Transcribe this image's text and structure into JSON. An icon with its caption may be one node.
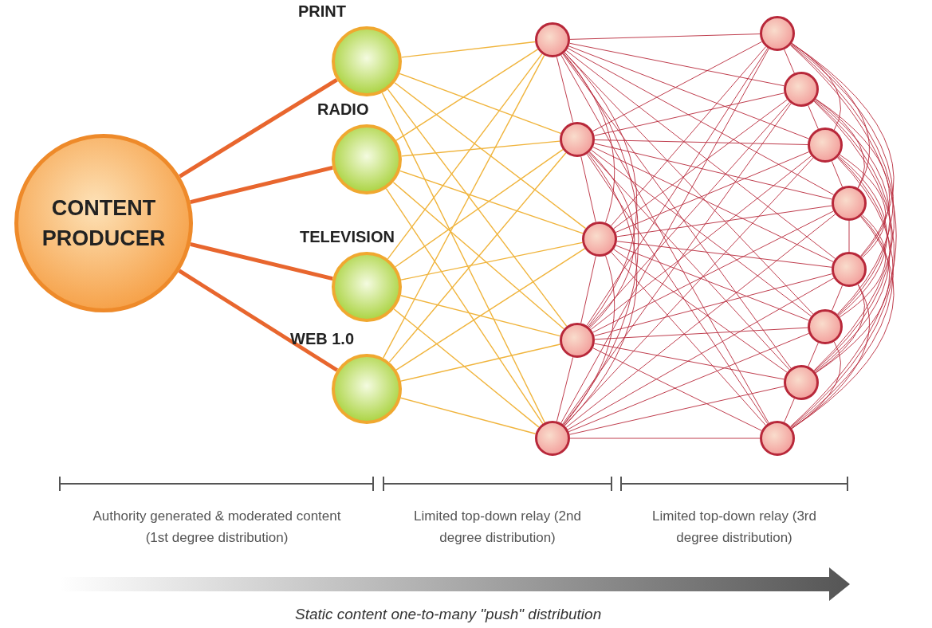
{
  "diagram": {
    "caption": "Static content one-to-many \"push\" distribution",
    "nodes": [
      {
        "text": [
          "CONTENT PRODUCER"
        ]
      },
      {
        "text": [
          "PRINT"
        ]
      },
      {
        "text": [
          "RADIO"
        ]
      },
      {
        "text": [
          "TELEVISION"
        ]
      },
      {
        "text": [
          "WEB 1.0"
        ]
      },
      {
        "text": [],
        "shape": "circle"
      },
      {
        "text": [],
        "shape": "circle"
      },
      {
        "text": [],
        "shape": "circle"
      },
      {
        "text": [],
        "shape": "circle"
      },
      {
        "text": [],
        "shape": "circle"
      },
      {
        "text": [],
        "shape": "circle"
      },
      {
        "text": [],
        "shape": "circle"
      },
      {
        "text": [],
        "shape": "circle"
      },
      {
        "text": [],
        "shape": "circle"
      },
      {
        "text": [],
        "shape": "circle"
      },
      {
        "text": [],
        "shape": "circle"
      },
      {
        "text": [],
        "shape": "circle"
      },
      {
        "text": [],
        "shape": "circle"
      }
    ],
    "edges": [
      {
        "from": 0,
        "to": 1,
        "arrow": "none",
        "style": "thick",
        "color": "#e8662e"
      },
      {
        "from": 0,
        "to": 2,
        "arrow": "none",
        "style": "thick",
        "color": "#e8662e"
      },
      {
        "from": 0,
        "to": 3,
        "arrow": "none",
        "style": "thick",
        "color": "#e8662e"
      },
      {
        "from": 0,
        "to": 4,
        "arrow": "none",
        "style": "thick",
        "color": "#e8662e"
      },
      {
        "from": 1,
        "to": 5,
        "arrow": "none",
        "color": "#f0b43c"
      },
      {
        "from": 1,
        "to": 6,
        "arrow": "none",
        "color": "#f0b43c"
      },
      {
        "from": 1,
        "to": 7,
        "arrow": "none",
        "color": "#f0b43c"
      },
      {
        "from": 1,
        "to": 8,
        "arrow": "none",
        "color": "#f0b43c"
      },
      {
        "from": 1,
        "to": 9,
        "arrow": "none",
        "color": "#f0b43c"
      },
      {
        "from": 2,
        "to": 5,
        "arrow": "none",
        "color": "#f0b43c"
      },
      {
        "from": 2,
        "to": 6,
        "arrow": "none",
        "color": "#f0b43c"
      },
      {
        "from": 2,
        "to": 7,
        "arrow": "none",
        "color": "#f0b43c"
      },
      {
        "from": 2,
        "to": 8,
        "arrow": "none",
        "color": "#f0b43c"
      },
      {
        "from": 2,
        "to": 9,
        "arrow": "none",
        "color": "#f0b43c"
      },
      {
        "from": 3,
        "to": 5,
        "arrow": "none",
        "color": "#f0b43c"
      },
      {
        "from": 3,
        "to": 6,
        "arrow": "none",
        "color": "#f0b43c"
      },
      {
        "from": 3,
        "to": 7,
        "arrow": "none",
        "color": "#f0b43c"
      },
      {
        "from": 3,
        "to": 8,
        "arrow": "none",
        "color": "#f0b43c"
      },
      {
        "from": 3,
        "to": 9,
        "arrow": "none",
        "color": "#f0b43c"
      },
      {
        "from": 4,
        "to": 5,
        "arrow": "none",
        "color": "#f0b43c"
      },
      {
        "from": 4,
        "to": 6,
        "arrow": "none",
        "color": "#f0b43c"
      },
      {
        "from": 4,
        "to": 7,
        "arrow": "none",
        "color": "#f0b43c"
      },
      {
        "from": 4,
        "to": 8,
        "arrow": "none",
        "color": "#f0b43c"
      },
      {
        "from": 4,
        "to": 9,
        "arrow": "none",
        "color": "#f0b43c"
      },
      {
        "from": 5,
        "to": 6,
        "arrow": "none"
      },
      {
        "from": 5,
        "to": 7,
        "arrow": "none"
      },
      {
        "from": 5,
        "to": 8,
        "arrow": "none"
      },
      {
        "from": 5,
        "to": 9,
        "arrow": "none"
      },
      {
        "from": 6,
        "to": 7,
        "arrow": "none"
      },
      {
        "from": 6,
        "to": 8,
        "arrow": "none"
      },
      {
        "from": 6,
        "to": 9,
        "arrow": "none"
      },
      {
        "from": 7,
        "to": 8,
        "arrow": "none"
      },
      {
        "from": 7,
        "to": 9,
        "arrow": "none"
      },
      {
        "from": 8,
        "to": 9,
        "arrow": "none"
      },
      {
        "from": 5,
        "to": 10,
        "arrow": "none"
      },
      {
        "from": 5,
        "to": 11,
        "arrow": "none"
      },
      {
        "from": 5,
        "to": 12,
        "arrow": "none"
      },
      {
        "from": 5,
        "to": 13,
        "arrow": "none"
      },
      {
        "from": 5,
        "to": 14,
        "arrow": "none"
      },
      {
        "from": 5,
        "to": 15,
        "arrow": "none"
      },
      {
        "from": 5,
        "to": 16,
        "arrow": "none"
      },
      {
        "from": 5,
        "to": 17,
        "arrow": "none"
      },
      {
        "from": 6,
        "to": 10,
        "arrow": "none"
      },
      {
        "from": 6,
        "to": 11,
        "arrow": "none"
      },
      {
        "from": 6,
        "to": 12,
        "arrow": "none"
      },
      {
        "from": 6,
        "to": 13,
        "arrow": "none"
      },
      {
        "from": 6,
        "to": 14,
        "arrow": "none"
      },
      {
        "from": 6,
        "to": 15,
        "arrow": "none"
      },
      {
        "from": 6,
        "to": 16,
        "arrow": "none"
      },
      {
        "from": 6,
        "to": 17,
        "arrow": "none"
      },
      {
        "from": 7,
        "to": 10,
        "arrow": "none"
      },
      {
        "from": 7,
        "to": 11,
        "arrow": "none"
      },
      {
        "from": 7,
        "to": 12,
        "arrow": "none"
      },
      {
        "from": 7,
        "to": 13,
        "arrow": "none"
      },
      {
        "from": 7,
        "to": 14,
        "arrow": "none"
      },
      {
        "from": 7,
        "to": 15,
        "arrow": "none"
      },
      {
        "from": 7,
        "to": 16,
        "arrow": "none"
      },
      {
        "from": 7,
        "to": 17,
        "arrow": "none"
      },
      {
        "from": 8,
        "to": 10,
        "arrow": "none"
      },
      {
        "from": 8,
        "to": 11,
        "arrow": "none"
      },
      {
        "from": 8,
        "to": 12,
        "arrow": "none"
      },
      {
        "from": 8,
        "to": 13,
        "arrow": "none"
      },
      {
        "from": 8,
        "to": 14,
        "arrow": "none"
      },
      {
        "from": 8,
        "to": 15,
        "arrow": "none"
      },
      {
        "from": 8,
        "to": 16,
        "arrow": "none"
      },
      {
        "from": 8,
        "to": 17,
        "arrow": "none"
      },
      {
        "from": 9,
        "to": 10,
        "arrow": "none"
      },
      {
        "from": 9,
        "to": 11,
        "arrow": "none"
      },
      {
        "from": 9,
        "to": 12,
        "arrow": "none"
      },
      {
        "from": 9,
        "to": 13,
        "arrow": "none"
      },
      {
        "from": 9,
        "to": 14,
        "arrow": "none"
      },
      {
        "from": 9,
        "to": 15,
        "arrow": "none"
      },
      {
        "from": 9,
        "to": 16,
        "arrow": "none"
      },
      {
        "from": 9,
        "to": 17,
        "arrow": "none"
      },
      {
        "from": 10,
        "to": 11,
        "arrow": "none"
      },
      {
        "from": 10,
        "to": 12,
        "arrow": "none"
      },
      {
        "from": 10,
        "to": 13,
        "arrow": "none"
      },
      {
        "from": 10,
        "to": 14,
        "arrow": "none"
      },
      {
        "from": 10,
        "to": 15,
        "arrow": "none"
      },
      {
        "from": 10,
        "to": 16,
        "arrow": "none"
      },
      {
        "from": 10,
        "to": 17,
        "arrow": "none"
      },
      {
        "from": 11,
        "to": 12,
        "arrow": "none"
      },
      {
        "from": 11,
        "to": 13,
        "arrow": "none"
      },
      {
        "from": 11,
        "to": 14,
        "arrow": "none"
      },
      {
        "from": 11,
        "to": 15,
        "arrow": "none"
      },
      {
        "from": 11,
        "to": 16,
        "arrow": "none"
      },
      {
        "from": 11,
        "to": 17,
        "arrow": "none"
      },
      {
        "from": 12,
        "to": 13,
        "arrow": "none"
      },
      {
        "from": 12,
        "to": 14,
        "arrow": "none"
      },
      {
        "from": 12,
        "to": 15,
        "arrow": "none"
      },
      {
        "from": 12,
        "to": 16,
        "arrow": "none"
      },
      {
        "from": 12,
        "to": 17,
        "arrow": "none"
      },
      {
        "from": 13,
        "to": 14,
        "arrow": "none"
      },
      {
        "from": 13,
        "to": 15,
        "arrow": "none"
      },
      {
        "from": 13,
        "to": 16,
        "arrow": "none"
      },
      {
        "from": 13,
        "to": 17,
        "arrow": "none"
      },
      {
        "from": 14,
        "to": 15,
        "arrow": "none"
      },
      {
        "from": 14,
        "to": 16,
        "arrow": "none"
      },
      {
        "from": 14,
        "to": 17,
        "arrow": "none"
      },
      {
        "from": 15,
        "to": 16,
        "arrow": "none"
      },
      {
        "from": 15,
        "to": 17,
        "arrow": "none"
      },
      {
        "from": 16,
        "to": 17,
        "arrow": "none"
      }
    ],
    "labels": [
      "Authority generated & moderated content (1st degree distribution)",
      "Limited top-down relay (2nd degree distribution)",
      "Limited top-down relay (3rd degree distribution)"
    ]
  }
}
